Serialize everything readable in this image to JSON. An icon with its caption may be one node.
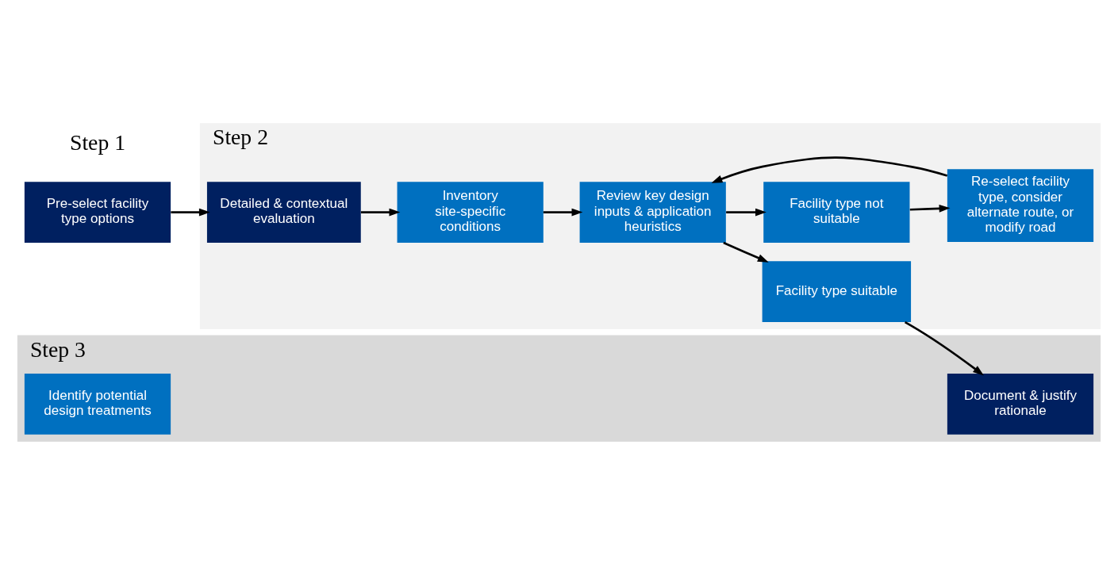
{
  "diagram": {
    "nodes": [
      {
        "text": [
          "Pre-select facility type options"
        ]
      },
      {
        "text": [
          "Step 2"
        ]
      },
      {
        "text": [
          "Detailed & contextual evaluation"
        ],
        "in": 1
      },
      {
        "text": [
          "Inventory site-specific conditions"
        ],
        "in": 1
      },
      {
        "text": [
          "Review key design inputs & application heuristics"
        ],
        "in": 1
      },
      {
        "text": [
          "Facility type not suitable"
        ],
        "in": 1
      },
      {
        "text": [
          "Facility type suitable"
        ],
        "in": 1
      },
      {
        "text": [
          "Re-select facility type, consider alternate route, or modify road"
        ],
        "in": 1
      },
      {
        "text": [
          "Step 3"
        ]
      },
      {
        "text": [
          "Document & justify rationale"
        ],
        "in": 8
      },
      {
        "text": [
          "Identify potential design treatments"
        ],
        "in": 8
      }
    ],
    "edges": [
      {
        "from": 0,
        "to": 2,
        "arrow": "to"
      },
      {
        "from": 2,
        "to": 3,
        "arrow": "to"
      },
      {
        "from": 3,
        "to": 4,
        "arrow": "to"
      },
      {
        "from": 4,
        "to": 5,
        "arrow": "to"
      },
      {
        "from": 4,
        "to": 6,
        "arrow": "to"
      },
      {
        "from": 5,
        "to": 7,
        "arrow": "to"
      },
      {
        "from": 7,
        "to": 4,
        "arrow": "to"
      },
      {
        "from": 6,
        "to": 9,
        "arrow": "to"
      }
    ],
    "labels": [
      "Step 1"
    ]
  }
}
